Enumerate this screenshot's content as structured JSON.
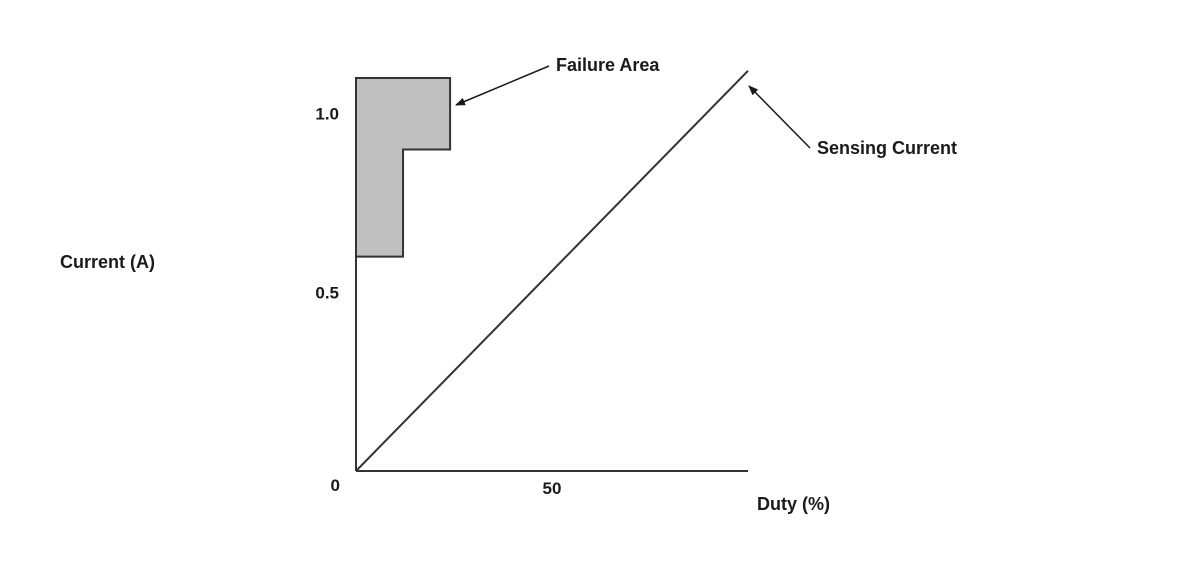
{
  "chart_data": {
    "type": "line",
    "title": "",
    "xlabel": "Duty (%)",
    "ylabel": "Current (A)",
    "xlim": [
      0,
      100
    ],
    "ylim": [
      0,
      1.1
    ],
    "x_ticks": [
      {
        "value": 0,
        "label": "0"
      },
      {
        "value": 50,
        "label": "50"
      }
    ],
    "y_ticks": [
      {
        "value": 0.5,
        "label": "0.5"
      },
      {
        "value": 1.0,
        "label": "1.0"
      }
    ],
    "grid": false,
    "series": [
      {
        "name": "Sensing Current",
        "x": [
          0,
          100
        ],
        "y": [
          0,
          1.12
        ],
        "color": "#333333"
      }
    ],
    "regions": [
      {
        "name": "Failure Area",
        "points": [
          [
            0,
            0.6
          ],
          [
            12,
            0.6
          ],
          [
            12,
            0.9
          ],
          [
            24,
            0.9
          ],
          [
            24,
            1.1
          ],
          [
            0,
            1.1
          ]
        ],
        "fill": "#c0c0c0",
        "stroke": "#333333"
      }
    ],
    "annotations": [
      {
        "text": "Failure Area",
        "points_to": "Failure Area"
      },
      {
        "text": "Sensing Current",
        "points_to": "Sensing Current"
      }
    ]
  }
}
